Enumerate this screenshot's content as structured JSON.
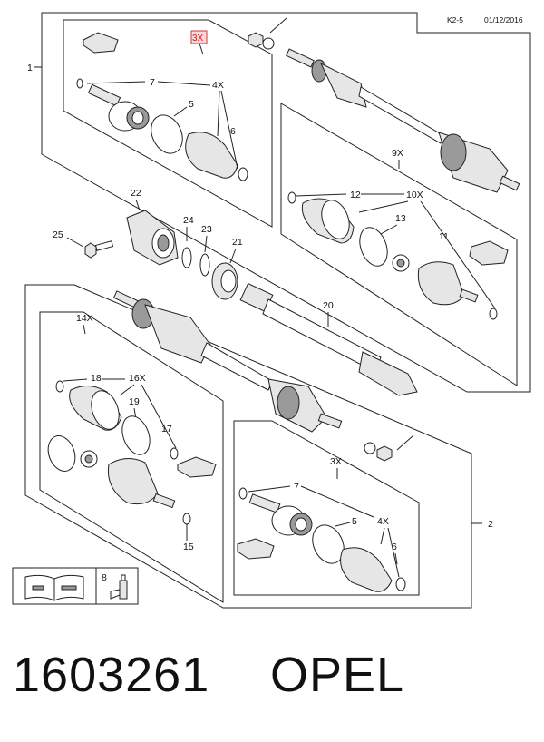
{
  "header": {
    "code": "K2-5",
    "date": "01/12/2016"
  },
  "labels": {
    "l1": "1",
    "l2": "2",
    "l3x_top": "3X",
    "l4x_top": "4X",
    "l5_top": "5",
    "l6_top": "6",
    "l7_top": "7",
    "l9x": "9X",
    "l10x": "10X",
    "l11": "11",
    "l12": "12",
    "l13": "13",
    "l14x": "14X",
    "l15": "15",
    "l16x": "16X",
    "l17": "17",
    "l18": "18",
    "l19": "19",
    "l20": "20",
    "l21": "21",
    "l22": "22",
    "l23": "23",
    "l24": "24",
    "l25": "25",
    "l3x_bot": "3X",
    "l4x_bot": "4X",
    "l5_bot": "5",
    "l6_bot": "6",
    "l7_bot": "7",
    "l8": "8"
  },
  "footer": {
    "part_number": "1603261",
    "brand": "OPEL"
  }
}
